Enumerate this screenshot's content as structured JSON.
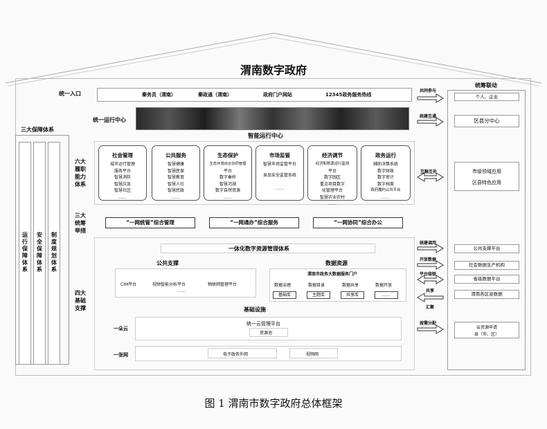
{
  "title": "渭南数字政府",
  "caption": "图 1  渭南市数字政府总体框架",
  "row_labels": {
    "entry": "统一入口",
    "ops_center": "统一运行中心",
    "six_capabilities": "六大履职能力体系",
    "three_measures": "三大统筹举措",
    "four_foundations": "四大基础支撑"
  },
  "entry_items": [
    "秦务员（渭南）",
    "秦政通（渭南）",
    "政府门户网站",
    "12345政务服务热线"
  ],
  "smart_ops_center": "智能运行中心",
  "services": [
    {
      "title": "社会管理",
      "items": [
        "城市运行管理",
        "服务平台",
        "智慧消防",
        "智慧应急",
        "智慧社区",
        "……"
      ]
    },
    {
      "title": "公共服务",
      "items": [
        "智慧健康",
        "智慧医保",
        "智慧教育",
        "智慧人社",
        "智慧民政",
        "……"
      ]
    },
    {
      "title": "生态保护",
      "items": [
        "生态环境综合协同管理",
        "平台",
        "数字秦岭",
        "智慧河湖",
        "数字自然资源",
        "……"
      ]
    },
    {
      "title": "市场监管",
      "items": [
        "智慧市场监管平台",
        "食品安全监管系统",
        "……"
      ]
    },
    {
      "title": "经济调节",
      "items": [
        "经济和税源运行监测",
        "平台",
        "数字园区",
        "重点项目数字",
        "化管理平台",
        "智慧农业农村",
        "……"
      ]
    },
    {
      "title": "政务运行",
      "items": [
        "辅助决策系统",
        "数字财政",
        "数字审计",
        "数字档案",
        "政府履约公共平台",
        "……"
      ]
    }
  ],
  "measures": [
    "“一网统管”综合管理",
    "“一网通办”综合服务",
    "“一网协同”综合办公"
  ],
  "resource_system": "一体化数字资源管理体系",
  "public_support": {
    "title": "公共支撑",
    "items": [
      "CIM平台",
      "视频智能分析平台",
      "物联网管理平台"
    ],
    "more": "……"
  },
  "data_resources": {
    "title": "数据资源",
    "portal": "渭南市政务大数据服务门户",
    "items": [
      "数据治理",
      "数据目录",
      "数据共享",
      "数据开放"
    ],
    "libraries": [
      "基础库",
      "主题库",
      "共享库",
      "……"
    ]
  },
  "infrastructure": {
    "title": "基础设施",
    "cloud_label": "一朵云",
    "cloud_items": [
      "统一云管理平台",
      "资源池"
    ],
    "network_label": "一张网",
    "network_items": [
      "电子政务外网",
      "视频网"
    ]
  },
  "left_panel": {
    "title": "三大保障体系",
    "columns": [
      "运行保障体系",
      "安全保障体系",
      "制度规划体系"
    ]
  },
  "right_panel": {
    "title": "统筹联动",
    "boxes": [
      "个人、企业",
      "区县分中心",
      "市级领域应用",
      "区县特色应用",
      "公共支撑平台",
      "社会数据生产机构",
      "省级数据平台",
      "渭南各区县数据",
      "云资源申请",
      "县（市、区）"
    ]
  },
  "arrow_labels": [
    "共同参与",
    "统建互通",
    "互融互补",
    "统建调用",
    "开放数据",
    "平台级联",
    "共享",
    "汇聚",
    "按需分配"
  ]
}
